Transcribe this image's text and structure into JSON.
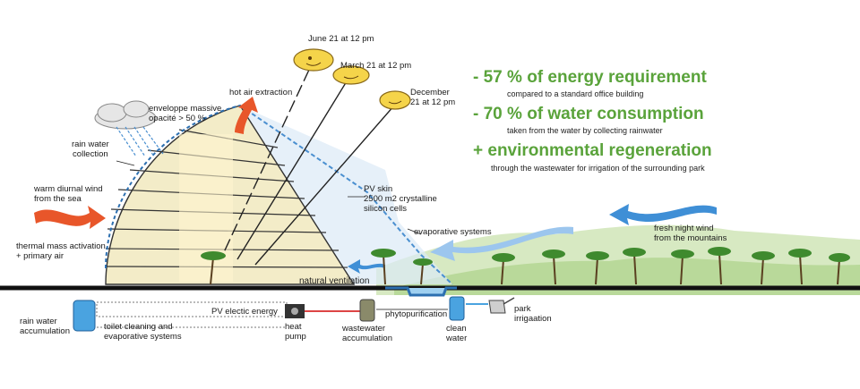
{
  "headlines": [
    {
      "title": "- 57 % of energy requirement",
      "sub": "compared to a standard office building"
    },
    {
      "title": "- 70 % of water consumption",
      "sub": "taken from the water by collecting rainwater"
    },
    {
      "title": "+ environmental regeneration",
      "sub": "through the wastewater for irrigation of the surrounding park"
    }
  ],
  "suns": [
    {
      "label": "June 21 at 12 pm"
    },
    {
      "label": "March 21 at 12 pm"
    },
    {
      "label": "December\n21 at 12 pm"
    }
  ],
  "labels": {
    "envelope": "enveloppe massive\nopacité > 50 %",
    "hot_air": "hot air extraction",
    "rain_collection": "rain water\ncollection",
    "warm_wind": "warm diurnal wind\nfrom the sea",
    "thermal_mass": "thermal mass activation\n+ primary air",
    "pv_skin": "PV skin\n2500 m2 crystalline\nsilicon cells",
    "evaporative": "evaporative systems",
    "natural_ventilation": "natural ventilation",
    "night_wind": "fresh night wind\nfrom the mountains",
    "rain_accumulation": "rain water\naccumulation",
    "toilet": "toilet cleaning and\nevaporative systems",
    "pv_energy": "PV electic energy",
    "heat_pump": "heat\npump",
    "wastewater": "wastewater\naccumulation",
    "phyto": "phytopurification",
    "clean_water": "clean\nwater",
    "park_irrigation": "park\nirrigaation"
  },
  "colors": {
    "headline_green": "#5aa33b",
    "wind_warm": "#e8562a",
    "wind_cool": "#3f8fd6",
    "hill_green": "#b9d99a",
    "building_fill": "#f3ecc8",
    "water_blue": "#4aa3e0"
  }
}
